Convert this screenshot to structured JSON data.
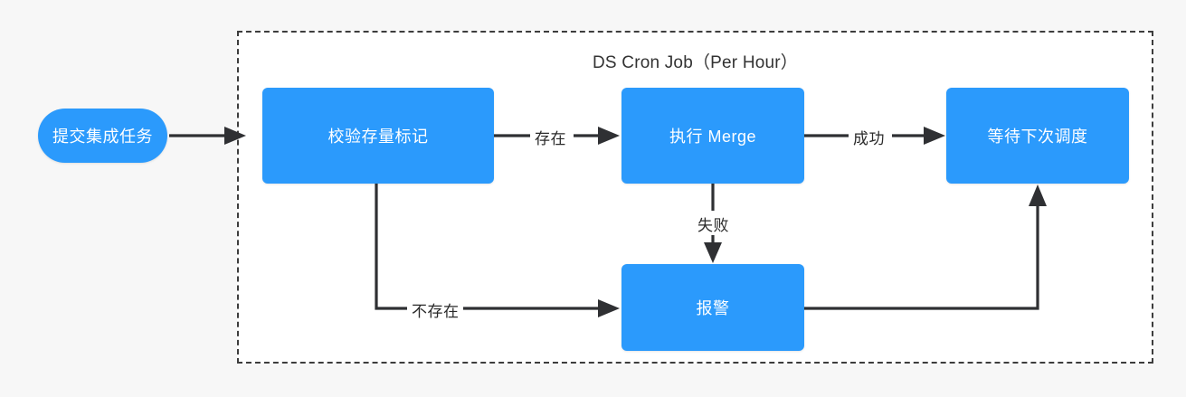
{
  "diagram": {
    "type": "flowchart",
    "background_color": "#f7f7f7",
    "node_color": "#2b9afc",
    "node_text_color": "#ffffff",
    "edge_color": "#2f3033",
    "group": {
      "title": "DS Cron Job（Per Hour）",
      "border_style": "dashed",
      "border_color": "#3d3d3d",
      "fill": "#ffffff"
    },
    "nodes": [
      {
        "id": "submit",
        "label": "提交集成任务",
        "shape": "pill"
      },
      {
        "id": "check",
        "label": "校验存量标记",
        "shape": "rect"
      },
      {
        "id": "merge",
        "label": "执行 Merge",
        "shape": "rect"
      },
      {
        "id": "wait",
        "label": "等待下次调度",
        "shape": "rect"
      },
      {
        "id": "alarm",
        "label": "报警",
        "shape": "rect"
      }
    ],
    "edges": [
      {
        "from": "submit",
        "to": "check",
        "label": ""
      },
      {
        "from": "check",
        "to": "merge",
        "label": "存在"
      },
      {
        "from": "merge",
        "to": "wait",
        "label": "成功"
      },
      {
        "from": "merge",
        "to": "alarm",
        "label": "失败"
      },
      {
        "from": "check",
        "to": "alarm",
        "label": "不存在"
      },
      {
        "from": "alarm",
        "to": "wait",
        "label": ""
      }
    ]
  }
}
